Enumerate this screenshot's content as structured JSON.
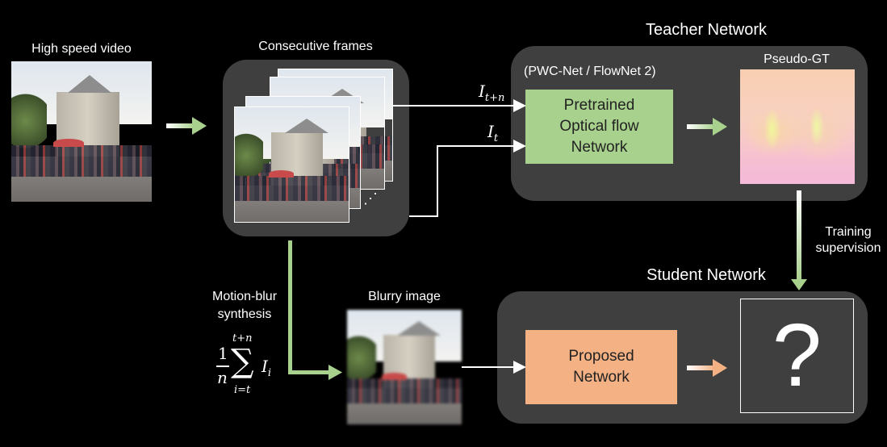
{
  "labels": {
    "high_speed_video": "High speed video",
    "consecutive_frames": "Consecutive frames",
    "teacher_network": "Teacher Network",
    "pwc_flownet": "(PWC-Net / FlowNet 2)",
    "pseudo_gt": "Pseudo-GT",
    "pretrained_box": "Pretrained Optical flow Network",
    "training_supervision_1": "Training",
    "training_supervision_2": "supervision",
    "student_network": "Student Network",
    "motion_blur_1": "Motion-blur",
    "motion_blur_2": "synthesis",
    "blurry_image": "Blurry image",
    "proposed_box": "Proposed Network",
    "question": "?",
    "ellipsis": "⋰"
  },
  "math": {
    "i_t_plus_n": "I",
    "i_t_plus_n_sub": "t+n",
    "i_t": "I",
    "i_t_sub": "t",
    "frac_num": "1",
    "frac_den": "n",
    "sum_top": "t+n",
    "sum_sym": "∑",
    "sum_bottom": "i=t",
    "sum_term": "I",
    "sum_term_sub": "i"
  },
  "colors": {
    "background": "#000000",
    "panel": "#3f3f3f",
    "teacher_box": "#a9d18e",
    "student_box": "#f4b183",
    "green_arrow": "#a9d18e",
    "orange_arrow": "#f4b183"
  }
}
